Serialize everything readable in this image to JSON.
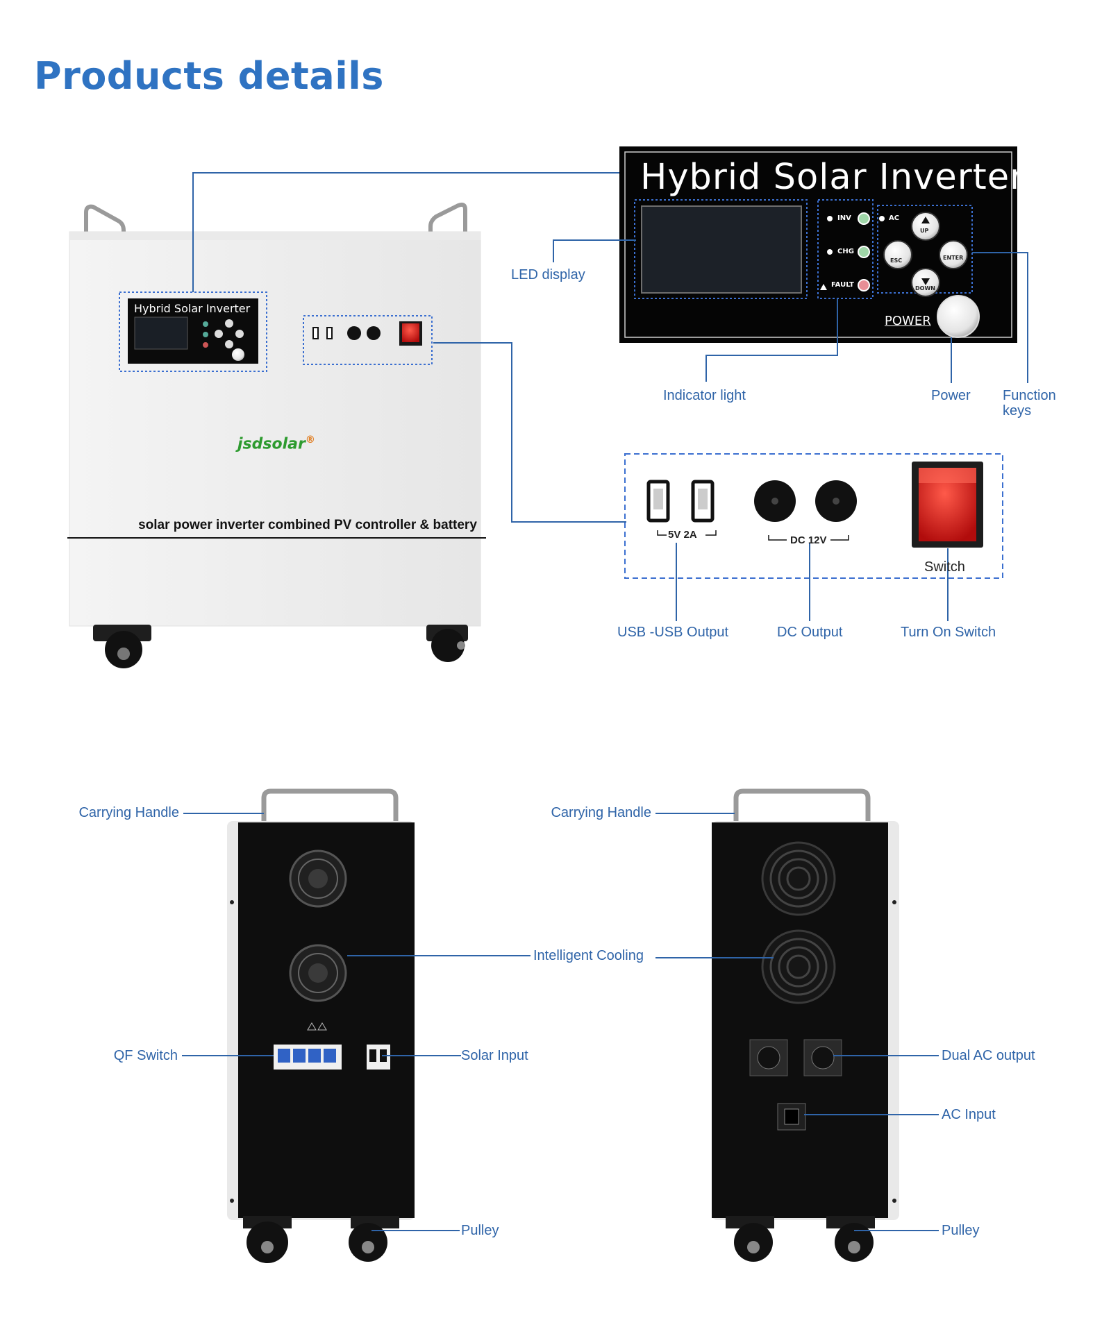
{
  "heading": "Products details",
  "front": {
    "panel_title": "Hybrid Solar Inverter",
    "mini_panel_title": "Hybrid Solar Inverter",
    "brand": "jsdsolar",
    "brand_mark": "®",
    "caption": "solar power inverter combined PV controller & battery",
    "indicators": [
      "INV",
      "CHG",
      "FAULT",
      "AC"
    ],
    "keys": [
      "UP",
      "ESC",
      "ENTER",
      "DOWN"
    ],
    "power_label": "POWER",
    "usb_label": "5V 2A",
    "dc_label": "DC 12V",
    "switch_label": "Switch"
  },
  "callouts": {
    "led_display": "LED display",
    "indicator_light": "Indicator light",
    "power": "Power",
    "function_keys_1": "Function",
    "function_keys_2": "keys",
    "usb_output": "USB -USB Output",
    "dc_output": "DC Output",
    "turn_on_switch": "Turn On Switch"
  },
  "rear_left": {
    "carrying_handle": "Carrying Handle",
    "intelligent_cooling": "Intelligent Cooling",
    "qf_switch": "QF Switch",
    "solar_input": "Solar Input",
    "pulley": "Pulley"
  },
  "rear_right": {
    "carrying_handle": "Carrying Handle",
    "dual_ac_output": "Dual AC output",
    "ac_input": "AC Input",
    "pulley": "Pulley"
  },
  "colors": {
    "accent": "#2f73c2",
    "callout_text": "#2f64a8",
    "leader_line": "#2f64a8"
  }
}
